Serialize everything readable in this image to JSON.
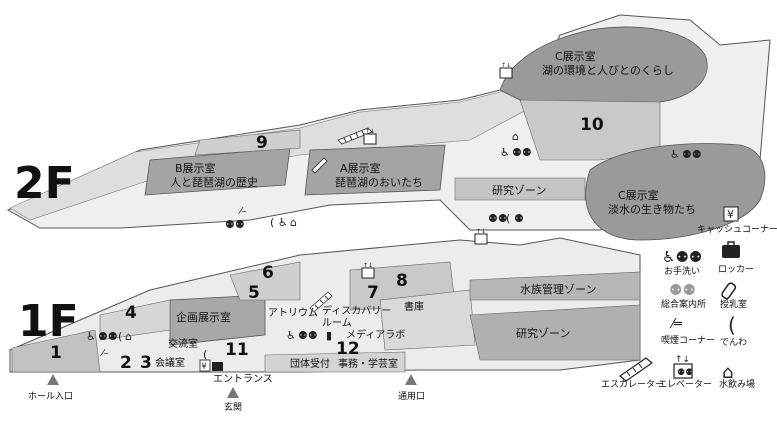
{
  "floors": {
    "f2": "2F",
    "f1": "1F"
  },
  "rooms_2f": {
    "room_c_1": {
      "line1": "C展示室",
      "line2": "湖の環境と人びとのくらし"
    },
    "room_b": {
      "line1": "B展示室",
      "line2": "人と琵琶湖の歴史"
    },
    "room_a": {
      "line1": "A展示室",
      "line2": "琵琶湖のおいたち"
    },
    "research_zone": "研究ゾーン",
    "room_c_2": {
      "line1": "C展示室",
      "line2": "淡水の生き物たち"
    }
  },
  "rooms_1f": {
    "planning_room": "企画展示室",
    "atrium": "アトリウム",
    "discovery_room": {
      "line1": "ディスカバリー",
      "line2": "ルーム"
    },
    "library": "書庫",
    "media_lab": "メディアラボ",
    "aquarium_zone": "水族管理ゾーン",
    "research_zone": "研究ゾーン",
    "exchange_room": "交流室",
    "meeting_room": "会議室",
    "group_reception": "団体受付",
    "office": "事務・学芸室"
  },
  "numbers": [
    "1",
    "2",
    "3",
    "4",
    "5",
    "6",
    "7",
    "8",
    "9",
    "10",
    "11",
    "12"
  ],
  "entrances": {
    "hall": "ホール入口",
    "entrance": "エントランス",
    "main": "玄関",
    "service": "通用口"
  },
  "legend": {
    "cash": "キャッシュコーナー",
    "toilet": "お手洗い",
    "locker": "ロッカー",
    "info": "総合案内所",
    "nursing": "授乳室",
    "smoking": "喫煙コーナー",
    "phone": "でんわ",
    "escalator": "エスカレーター",
    "elevator": "エレベーター",
    "water": "水飲み場"
  },
  "icons": [
    "yen-icon",
    "locker-icon",
    "toilet-icon",
    "info-icon",
    "nursing-bottle-icon",
    "smoking-icon",
    "phone-icon",
    "escalator-icon",
    "elevator-icon",
    "water-fountain-icon",
    "wheelchair-icon",
    "entrance-marker-icon"
  ],
  "colors": {
    "floor_light": "#e8e8e8",
    "floor_mid": "#c4c4c4",
    "floor_dark": "#8e8e8e",
    "outline": "#444444"
  }
}
